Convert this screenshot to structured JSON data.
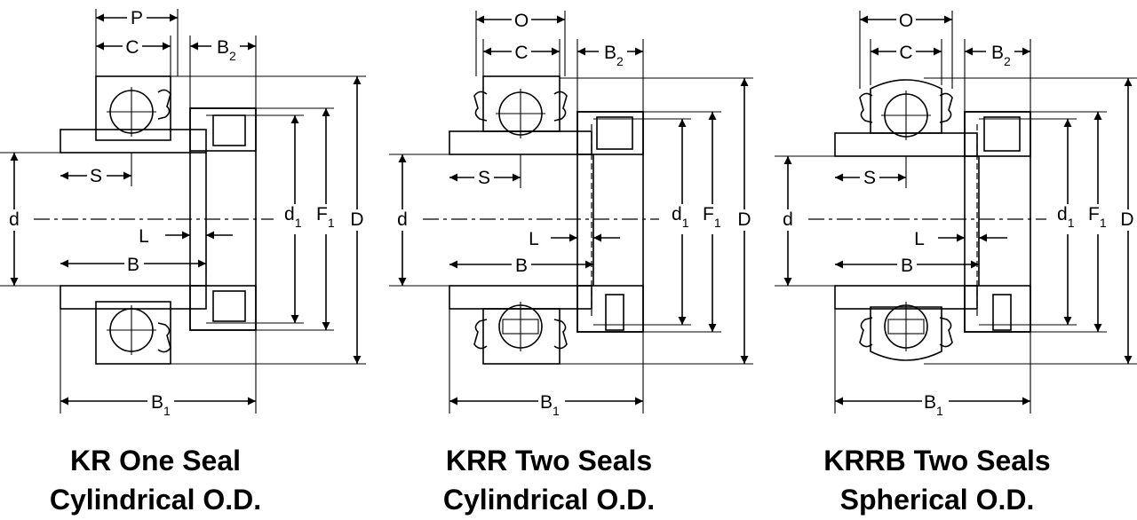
{
  "labels": {
    "P": "P",
    "O": "O",
    "C": "C",
    "B": "B",
    "B_main": "B",
    "B2_sub": "2",
    "B1_sub": "1",
    "d1_main": "d",
    "d1_sub": "1",
    "F1_main": "F",
    "F1_sub": "1",
    "d": "d",
    "D": "D",
    "S": "S",
    "L": "L"
  },
  "captions": [
    {
      "line1": "KR One Seal",
      "line2": "Cylindrical O.D."
    },
    {
      "line1": "KRR Two Seals",
      "line2": "Cylindrical O.D."
    },
    {
      "line1": "KRRB Two Seals",
      "line2": "Spherical O.D."
    }
  ]
}
